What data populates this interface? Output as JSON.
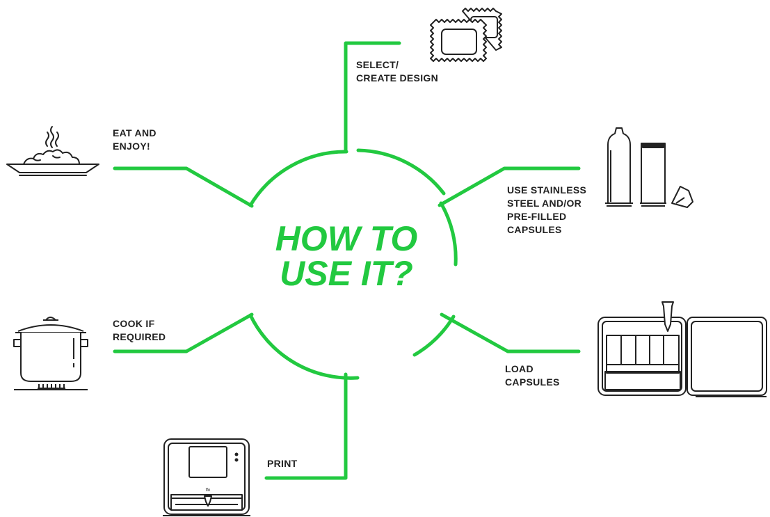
{
  "title_lines": [
    "HOW TO",
    "USE IT?"
  ],
  "colors": {
    "accent": "#22c940",
    "ink": "#222222"
  },
  "steps": {
    "select": "SELECT/\nCREATE DESIGN",
    "capsules": "USE STAINLESS\nSTEEL AND/OR\nPRE-FILLED\nCAPSULES",
    "load": "LOAD\nCAPSULES",
    "print": "PRINT",
    "cook": "COOK IF\nREQUIRED",
    "eat": "EAT AND\nENJOY!"
  },
  "icons": {
    "select": "ravioli-icon",
    "capsules": "capsules-icon",
    "load": "printer-open-icon",
    "print": "printer-icon",
    "cook": "cooking-pot-icon",
    "eat": "plate-icon"
  },
  "printer_logo": "ffn"
}
